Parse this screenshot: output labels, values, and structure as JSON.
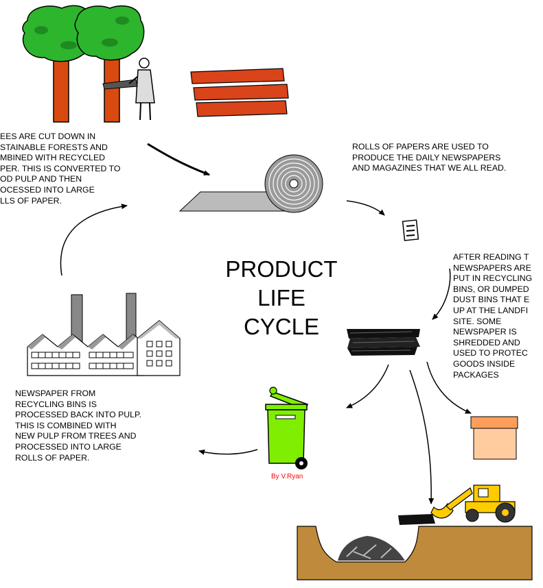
{
  "title": {
    "lines": [
      "PRODUCT",
      "LIFE",
      "CYCLE"
    ]
  },
  "captions": {
    "trees": [
      "EES ARE CUT DOWN IN",
      "STAINABLE FORESTS AND",
      "MBINED WITH RECYCLED",
      "PER. THIS IS CONVERTED TO",
      "OD PULP AND THEN",
      "OCESSED INTO LARGE",
      "LLS OF PAPER."
    ],
    "rolls": [
      "ROLLS OF PAPERS ARE USED TO",
      "PRODUCE THE DAILY NEWSPAPERS",
      "AND MAGAZINES THAT WE ALL READ."
    ],
    "reading": [
      "AFTER READING T",
      "NEWSPAPERS ARE",
      "PUT IN RECYCLING",
      "BINS, OR DUMPED",
      "DUST BINS THAT E",
      "UP AT THE LANDFI",
      "SITE. SOME",
      "NEWSPAPER IS",
      "SHREDDED AND",
      "USED TO PROTEC",
      "GOODS INSIDE",
      "PACKAGES"
    ],
    "recycling": [
      "NEWSPAPER FROM",
      "RECYCLING BINS IS",
      "PROCESSED BACK INTO PULP.",
      "THIS IS COMBINED WITH",
      "NEW PULP FROM TREES AND",
      "PROCESSED INTO LARGE",
      "ROLLS OF PAPER."
    ]
  },
  "credit": "By V.Ryan",
  "icons": [
    "tree-icon",
    "lumberjack-icon",
    "logs-icon",
    "paper-roll-icon",
    "newspaper-icon",
    "shredded-paper-icon",
    "recycling-bin-icon",
    "cardboard-box-icon",
    "bulldozer-icon",
    "landfill-icon",
    "factory-icon"
  ],
  "colors": {
    "foliage": "#2db52d",
    "trunk": "#d84a10",
    "logs": "#d9441a",
    "bin": "#80ee00",
    "box": "#ffcca0",
    "bulldozer": "#ffcc00",
    "soil": "#c08a3c",
    "credit": "#ff0000"
  }
}
